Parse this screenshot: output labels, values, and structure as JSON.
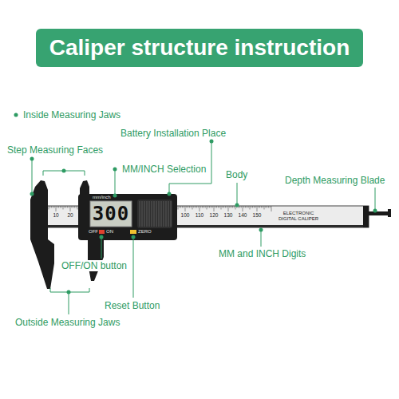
{
  "diagram": {
    "title": "Caliper structure instruction",
    "labels": [
      "Inside Measuring Jaws",
      "Battery Installation Place",
      "Step Measuring Faces",
      "MM/INCH Selection",
      "Body",
      "Depth Measuring Blade",
      "10",
      "20",
      "mm/inch",
      "300",
      "100",
      "110",
      "120",
      "130",
      "140",
      "150",
      "ELECTRONIC DIGITAL CALIPER",
      "OFF",
      "ON",
      "ZERO",
      "MM and INCH Digits",
      "OFF/ON button",
      "Reset Button",
      "Outside Measuring Jaws"
    ]
  }
}
